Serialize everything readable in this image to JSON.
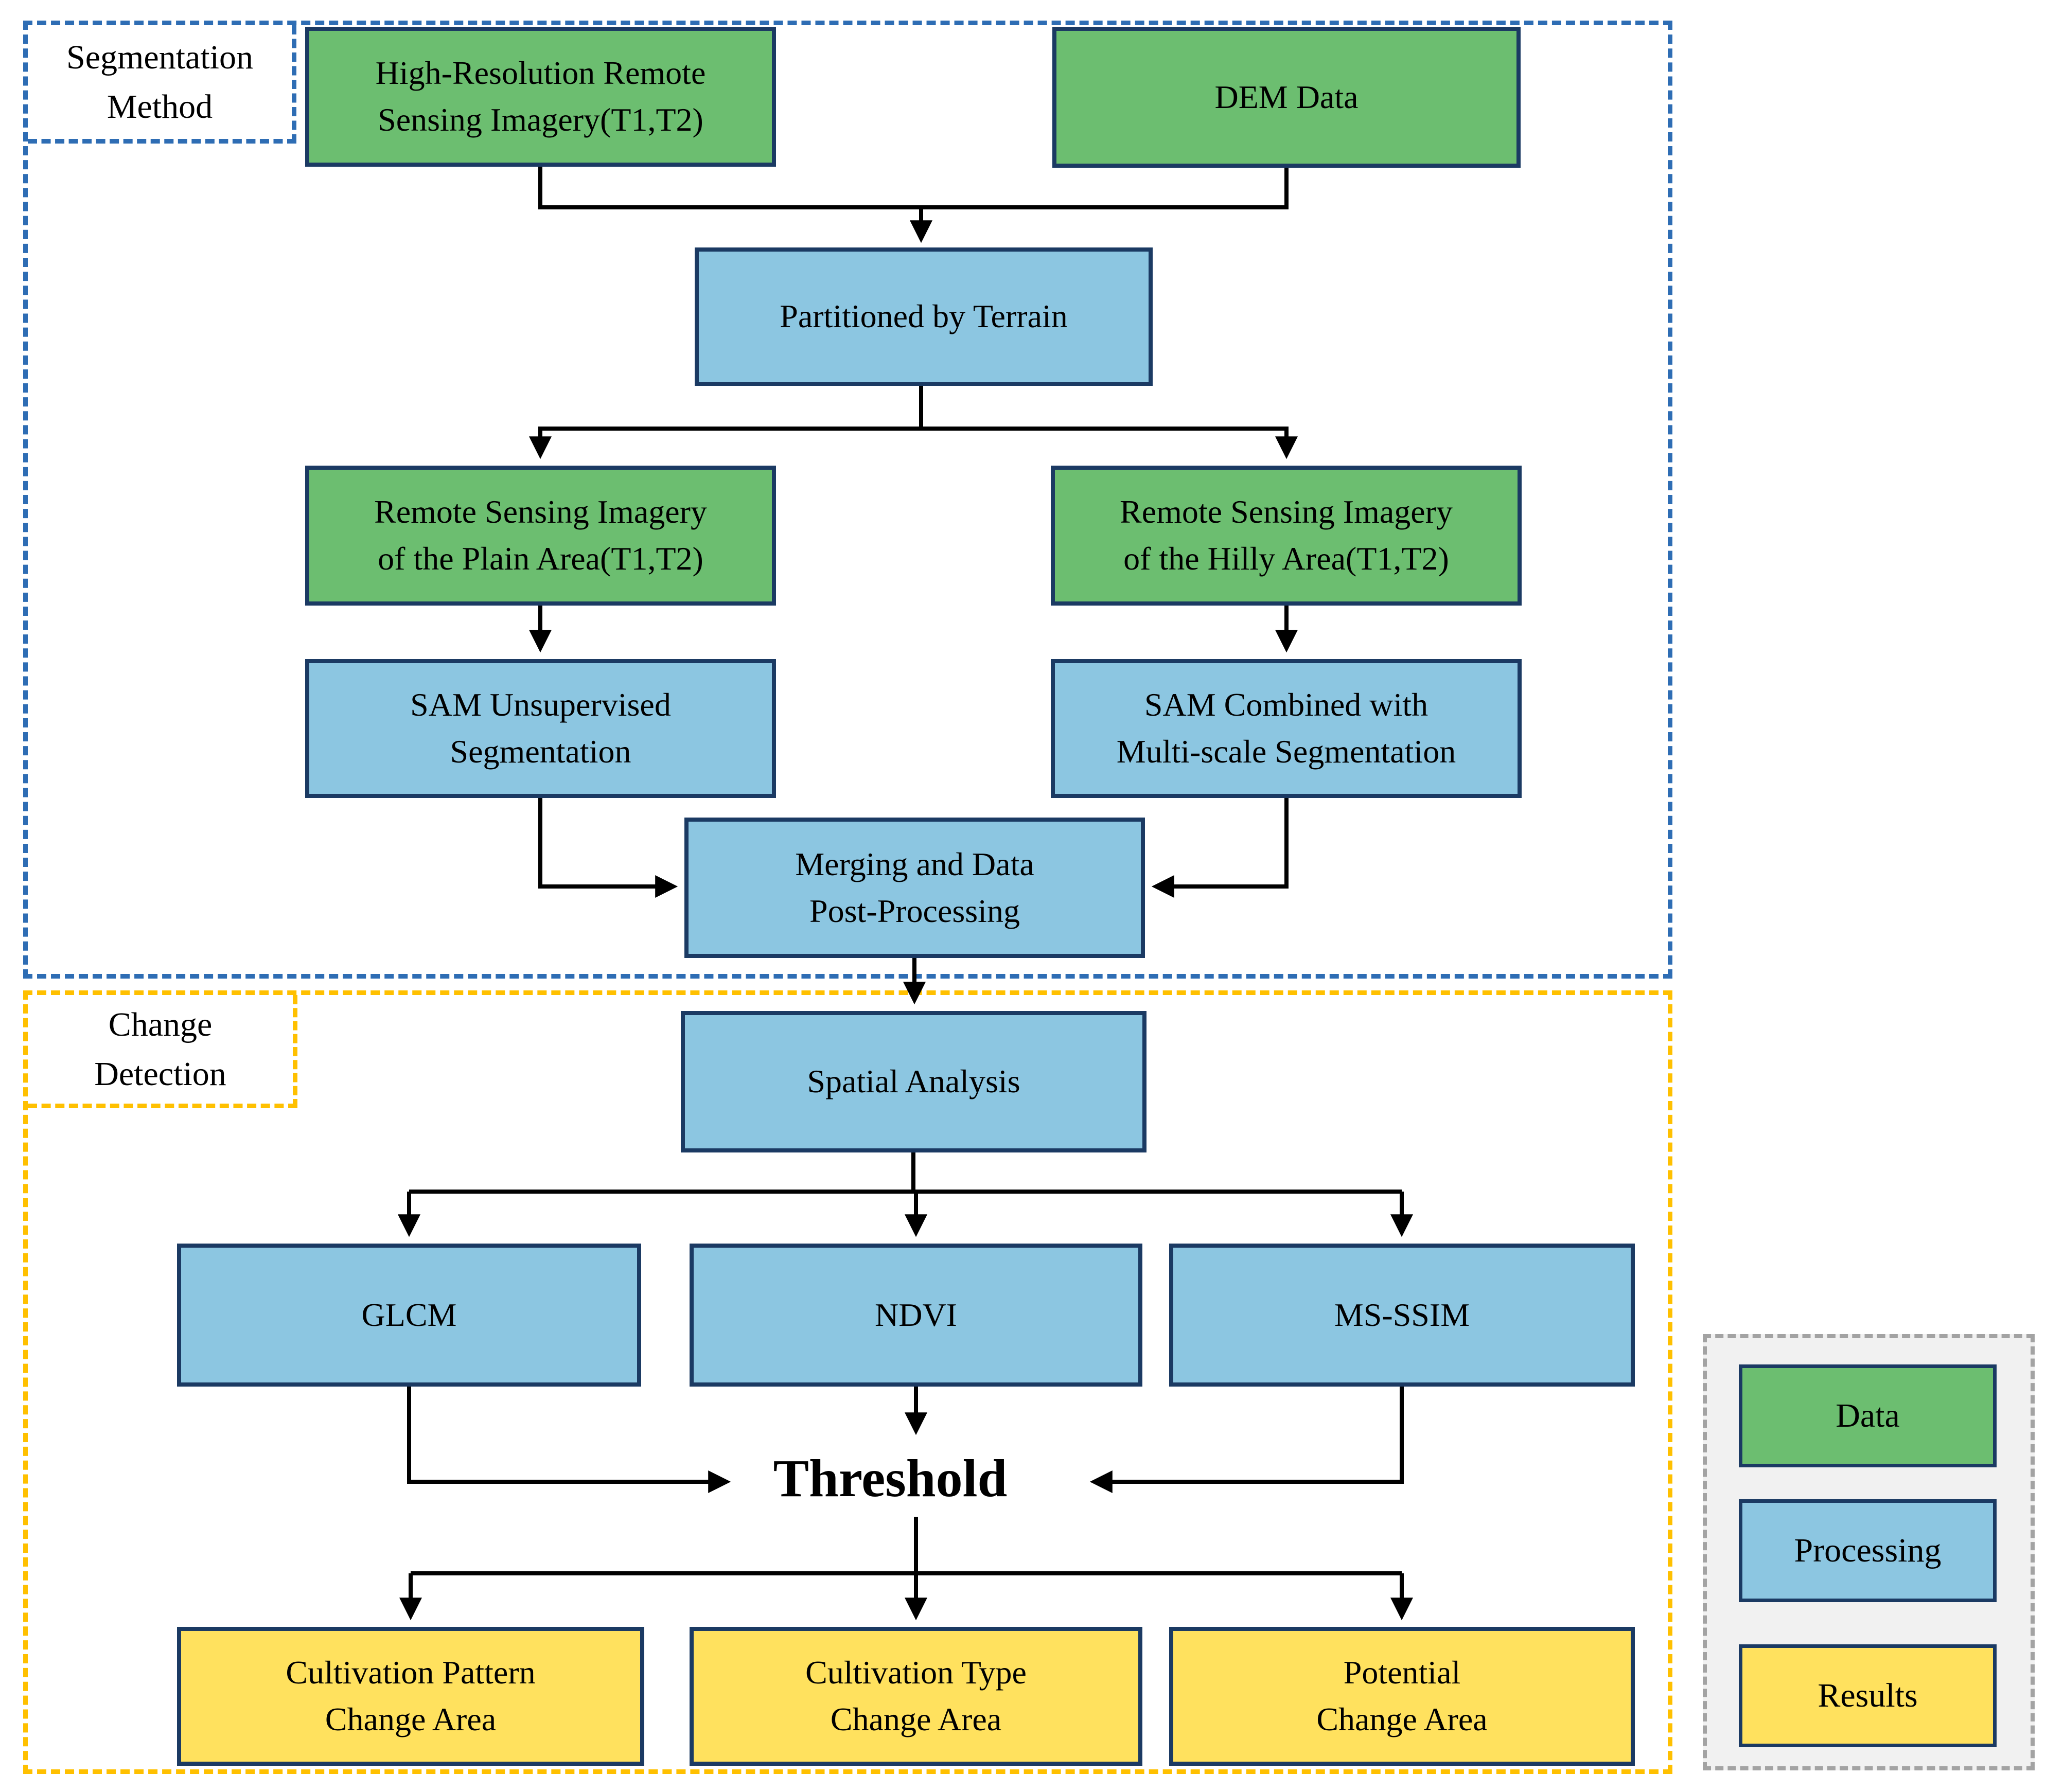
{
  "colors": {
    "data_fill": "#6CBE70",
    "processing_fill": "#8CC6E1",
    "results_fill": "#FFE15E",
    "box_border": "#1B3A63",
    "segmentation_border": "#2E6DB4",
    "change_border": "#FFC000",
    "legend_border": "#A3A3A3",
    "legend_bg": "#F1F1F1",
    "connector": "#000000"
  },
  "sections": {
    "segmentation": {
      "lines": [
        "Segmentation",
        "Method"
      ]
    },
    "change_detection": {
      "lines": [
        "Change",
        "Detection"
      ]
    }
  },
  "nodes": {
    "hires": {
      "type": "data",
      "lines": [
        "High-Resolution Remote",
        "Sensing Imagery(T1,T2)"
      ]
    },
    "dem": {
      "type": "data",
      "lines": [
        "DEM Data"
      ]
    },
    "partition": {
      "type": "processing",
      "lines": [
        "Partitioned by Terrain"
      ]
    },
    "plain": {
      "type": "data",
      "lines": [
        "Remote Sensing Imagery",
        "of the Plain Area(T1,T2)"
      ]
    },
    "hilly": {
      "type": "data",
      "lines": [
        "Remote Sensing Imagery",
        "of the Hilly Area(T1,T2)"
      ]
    },
    "sam_plain": {
      "type": "processing",
      "lines": [
        "SAM Unsupervised",
        "Segmentation"
      ]
    },
    "sam_hilly": {
      "type": "processing",
      "lines": [
        "SAM Combined with",
        "Multi-scale Segmentation"
      ]
    },
    "merge": {
      "type": "processing",
      "lines": [
        "Merging and Data",
        "Post-Processing"
      ]
    },
    "spatial": {
      "type": "processing",
      "lines": [
        "Spatial Analysis"
      ]
    },
    "glcm": {
      "type": "processing",
      "lines": [
        "GLCM"
      ]
    },
    "ndvi": {
      "type": "processing",
      "lines": [
        "NDVI"
      ]
    },
    "msssim": {
      "type": "processing",
      "lines": [
        "MS-SSIM"
      ]
    },
    "threshold": {
      "type": "label",
      "lines": [
        "Threshold"
      ]
    },
    "pattern": {
      "type": "results",
      "lines": [
        "Cultivation Pattern",
        "Change Area"
      ]
    },
    "ctype": {
      "type": "results",
      "lines": [
        "Cultivation Type",
        "Change Area"
      ]
    },
    "potential": {
      "type": "results",
      "lines": [
        "Potential",
        "Change Area"
      ]
    }
  },
  "legend": {
    "items": [
      {
        "label": "Data",
        "type": "data"
      },
      {
        "label": "Processing",
        "type": "processing"
      },
      {
        "label": "Results",
        "type": "results"
      }
    ]
  }
}
